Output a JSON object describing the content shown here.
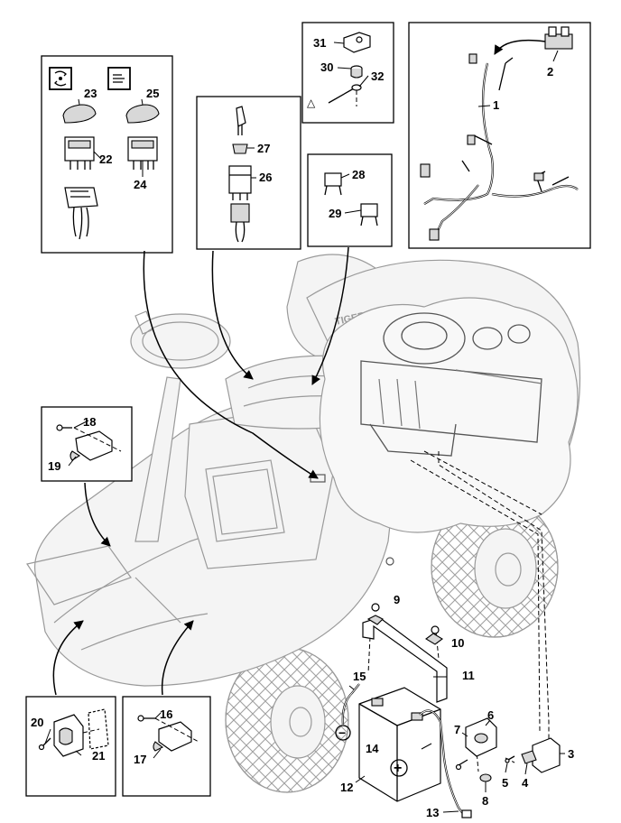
{
  "diagram": {
    "callouts": [
      "1",
      "2",
      "3",
      "4",
      "5",
      "6",
      "7",
      "8",
      "9",
      "10",
      "11",
      "12",
      "13",
      "14",
      "15",
      "16",
      "17",
      "18",
      "19",
      "20",
      "21",
      "22",
      "23",
      "24",
      "25",
      "26",
      "27",
      "28",
      "29",
      "30",
      "31",
      "32"
    ],
    "battery_symbols": {
      "negative": "−",
      "positive": "+"
    },
    "brand_mark": "TIGER",
    "warning_symbol": "△"
  }
}
